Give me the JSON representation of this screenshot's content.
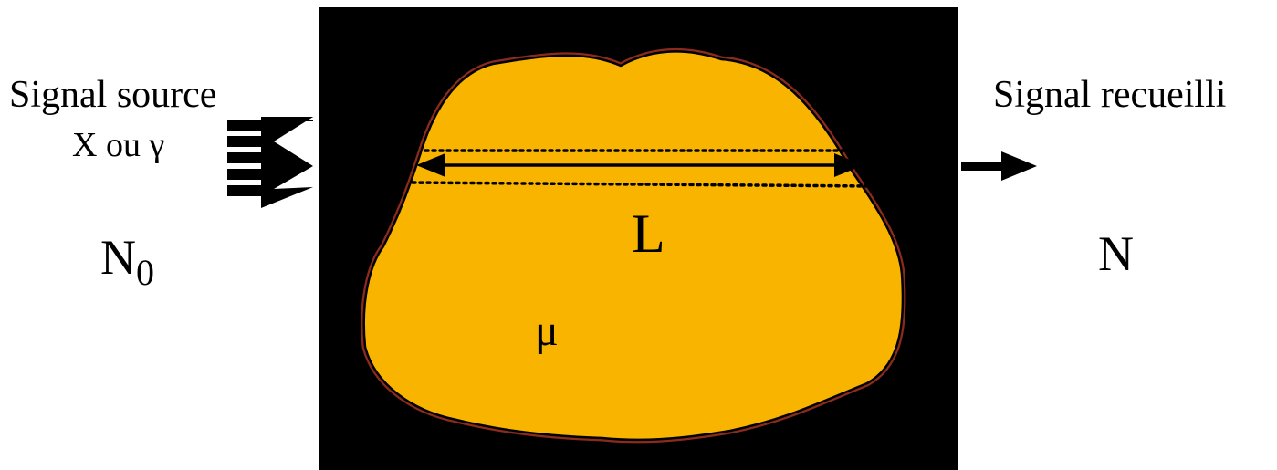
{
  "labels": {
    "source_title": "Signal source",
    "source_type": "X ou γ",
    "incident": "N",
    "incident_sub": "0",
    "collected_title": "Signal recueilli",
    "transmitted": "N",
    "length": "L",
    "attenuation": "μ"
  },
  "colors": {
    "background": "#ffffff",
    "medium_box": "#000000",
    "object_fill": "#f9b400",
    "object_edge": "#8b2b1e",
    "ink": "#000000"
  }
}
